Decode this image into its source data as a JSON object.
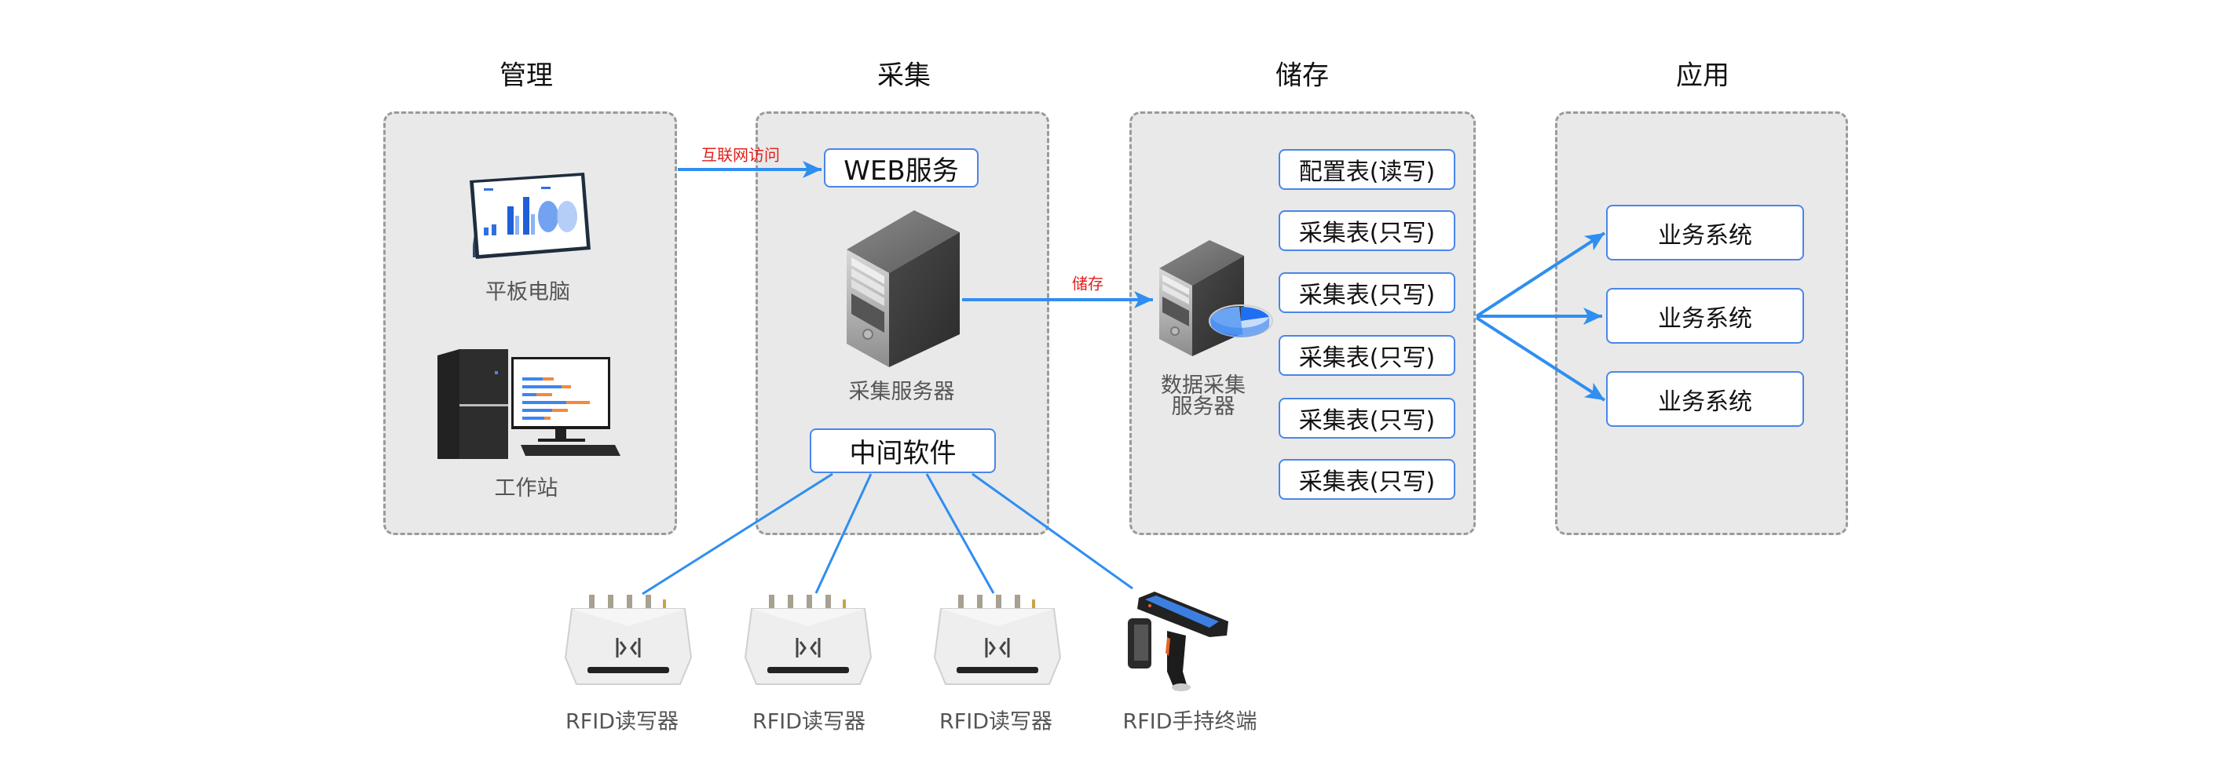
{
  "columns": [
    {
      "id": "management",
      "title": "管理"
    },
    {
      "id": "collection",
      "title": "采集"
    },
    {
      "id": "storage",
      "title": "储存"
    },
    {
      "id": "application",
      "title": "应用"
    }
  ],
  "management": {
    "devices": [
      {
        "icon": "tablet-icon",
        "label": "平板电脑"
      },
      {
        "icon": "workstation-icon",
        "label": "工作站"
      }
    ]
  },
  "collection": {
    "web_service": "WEB服务",
    "server_label": "采集服务器",
    "middleware": "中间软件"
  },
  "storage": {
    "server_label_line1": "数据采集",
    "server_label_line2": "服务器",
    "tables": [
      "配置表(读写)",
      "采集表(只写)",
      "采集表(只写)",
      "采集表(只写)",
      "采集表(只写)",
      "采集表(只写)"
    ]
  },
  "application": {
    "systems": [
      "业务系统",
      "业务系统",
      "业务系统"
    ]
  },
  "edges": {
    "internet_access": "互联网访问",
    "store": "储存"
  },
  "rfid_devices": [
    {
      "icon": "rfid-reader-icon",
      "label": "RFID读写器"
    },
    {
      "icon": "rfid-reader-icon",
      "label": "RFID读写器"
    },
    {
      "icon": "rfid-reader-icon",
      "label": "RFID读写器"
    },
    {
      "icon": "rfid-handheld-icon",
      "label": "RFID手持终端"
    }
  ],
  "colors": {
    "connector": "#2f8ef0",
    "node_border": "#4a86e8",
    "edge_label": "#e0201c",
    "group_fill": "#e9e9e9",
    "group_border": "#9a9a9a"
  }
}
